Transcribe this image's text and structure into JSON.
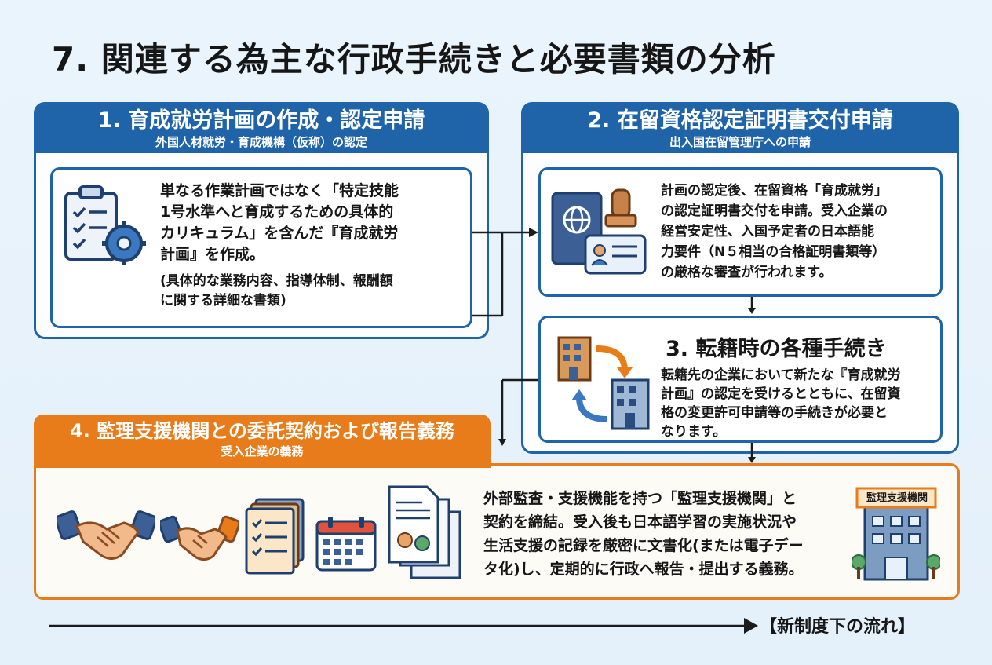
{
  "title": "7. 関連する為主な行政手続きと必要書類の分析",
  "card1": {
    "heading": "1. 育成就労計画の作成・認定申請",
    "subheading": "外国人材就労・育成機構（仮称）の認定",
    "body_lines": [
      "単なる作業計画ではなく「特定技能",
      "1号水準へと育成するための具体的",
      "カリキュラム」を含んだ『育成就労",
      "計画』を作成。"
    ],
    "note_lines": [
      "(具体的な業務内容、指導体制、報酬額",
      "に関する詳細な書類)"
    ]
  },
  "card2": {
    "heading": "2. 在留資格認定証明書交付申請",
    "subheading": "出入国在留管理庁への申請",
    "body_lines": [
      "計画の認定後、在留資格「育成就労」",
      "の認定証明書交付を申請。受入企業の",
      "経営安定性、入国予定者の日本語能",
      "力要件（N５相当の合格証明書類等）",
      "の厳格な審査が行われます。"
    ]
  },
  "card3": {
    "heading": "3. 転籍時の各種手続き",
    "body_lines": [
      "転籍先の企業において新たな『育成就労",
      "計画』の認定を受けるとともに、在留資",
      "格の変更許可申請等の手続きが必要と",
      "なります。"
    ]
  },
  "card4": {
    "heading": "4. 監理支援機関との委託契約および報告義務",
    "subheading": "受入企業の義務",
    "body_lines": [
      "外部監査・支援機能を持つ「監理支援機関」と",
      "契約を締結。受入後も日本語学習の実施状況や",
      "生活支援の記録を厳密に文書化(または電子デー",
      "タ化)し、定期的に行政へ報告・提出する義務。"
    ],
    "building_sign": "監理支援機関"
  },
  "flow_label": "【新制度下の流れ】",
  "colors": {
    "blue": "#1f63a8",
    "orange": "#e87c1a",
    "background": "#eaf4fc"
  }
}
